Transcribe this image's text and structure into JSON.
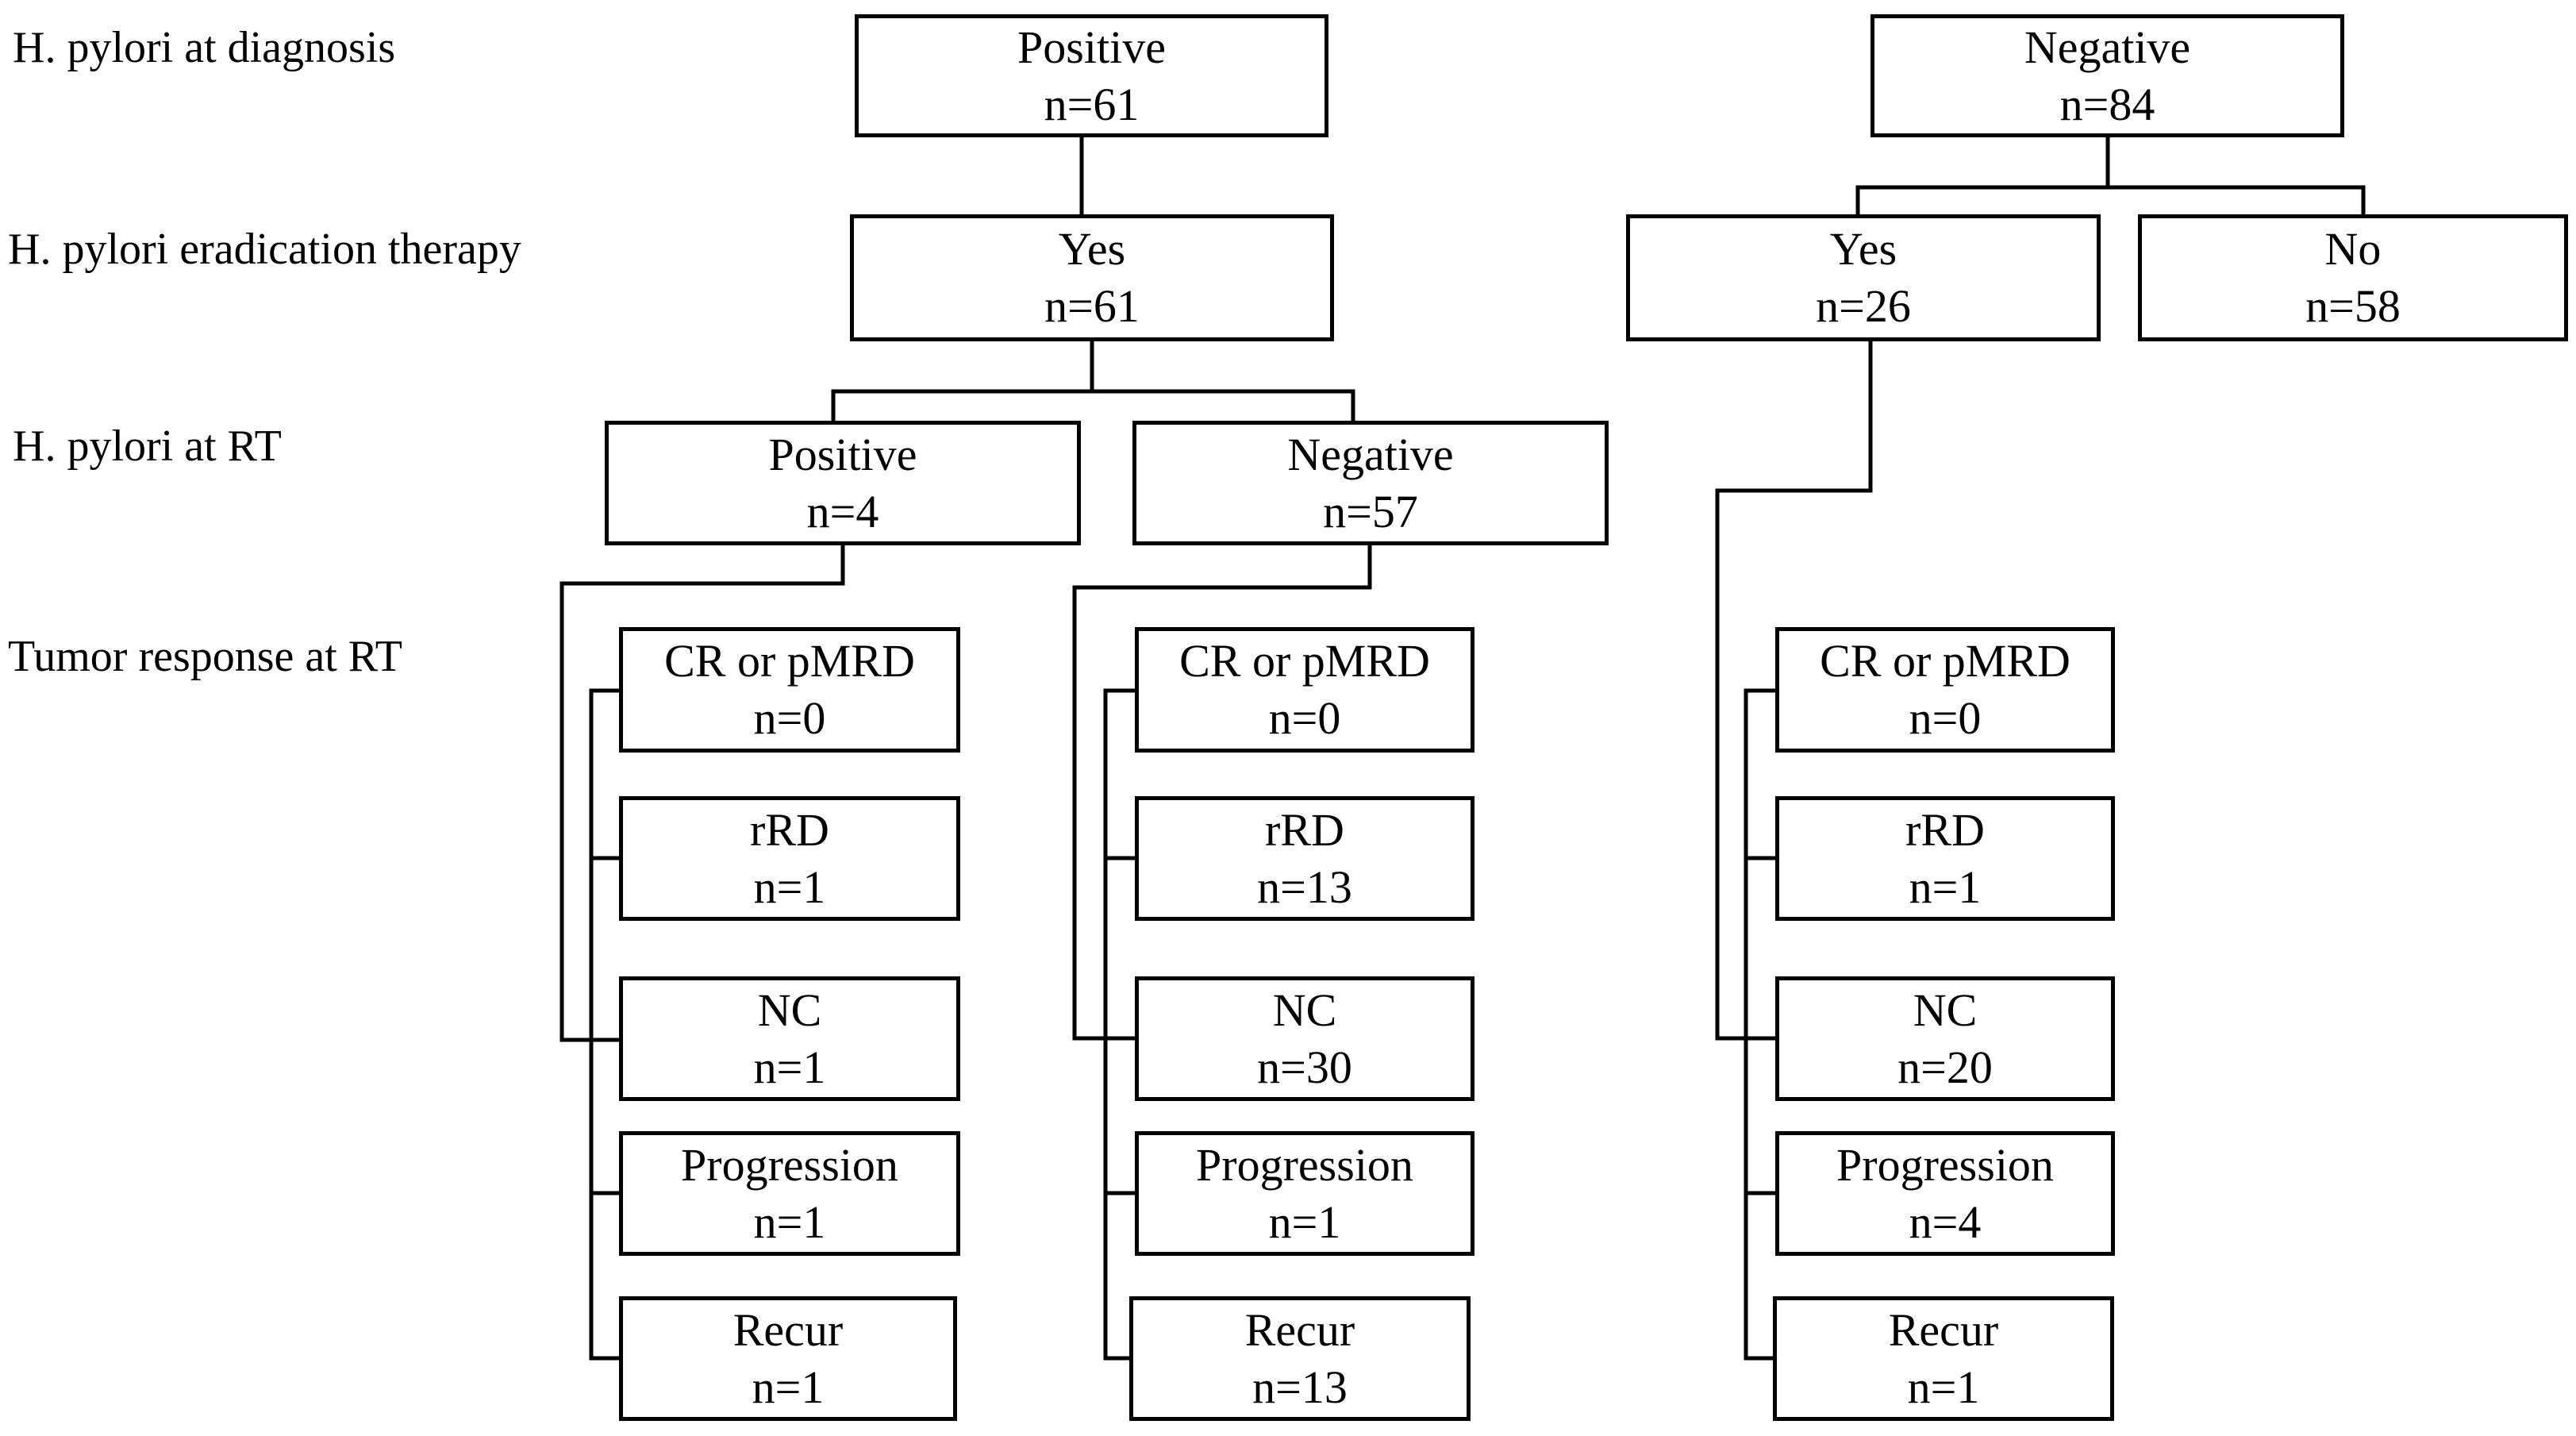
{
  "row_labels": {
    "diagnosis": "H. pylori at diagnosis",
    "eradication": "H. pylori eradication therapy",
    "at_rt": "H. pylori at RT",
    "tumor_response": "Tumor response at RT"
  },
  "nodes": {
    "diag_positive": {
      "title": "Positive",
      "count": "n=61"
    },
    "diag_negative": {
      "title": "Negative",
      "count": "n=84"
    },
    "erad_pos_yes": {
      "title": "Yes",
      "count": "n=61"
    },
    "erad_neg_yes": {
      "title": "Yes",
      "count": "n=26"
    },
    "erad_neg_no": {
      "title": "No",
      "count": "n=58"
    },
    "rt_positive": {
      "title": "Positive",
      "count": "n=4"
    },
    "rt_negative": {
      "title": "Negative",
      "count": "n=57"
    }
  },
  "response_groups": [
    {
      "id": "rt_positive",
      "items": [
        {
          "title": "CR or pMRD",
          "count": "n=0"
        },
        {
          "title": "rRD",
          "count": "n=1"
        },
        {
          "title": "NC",
          "count": "n=1"
        },
        {
          "title": "Progression",
          "count": "n=1"
        },
        {
          "title": "Recur",
          "count": "n=1"
        }
      ]
    },
    {
      "id": "rt_negative",
      "items": [
        {
          "title": "CR or pMRD",
          "count": "n=0"
        },
        {
          "title": "rRD",
          "count": "n=13"
        },
        {
          "title": "NC",
          "count": "n=30"
        },
        {
          "title": "Progression",
          "count": "n=1"
        },
        {
          "title": "Recur",
          "count": "n=13"
        }
      ]
    },
    {
      "id": "erad_neg_yes",
      "items": [
        {
          "title": "CR or pMRD",
          "count": "n=0"
        },
        {
          "title": "rRD",
          "count": "n=1"
        },
        {
          "title": "NC",
          "count": "n=20"
        },
        {
          "title": "Progression",
          "count": "n=4"
        },
        {
          "title": "Recur",
          "count": "n=1"
        }
      ]
    }
  ]
}
